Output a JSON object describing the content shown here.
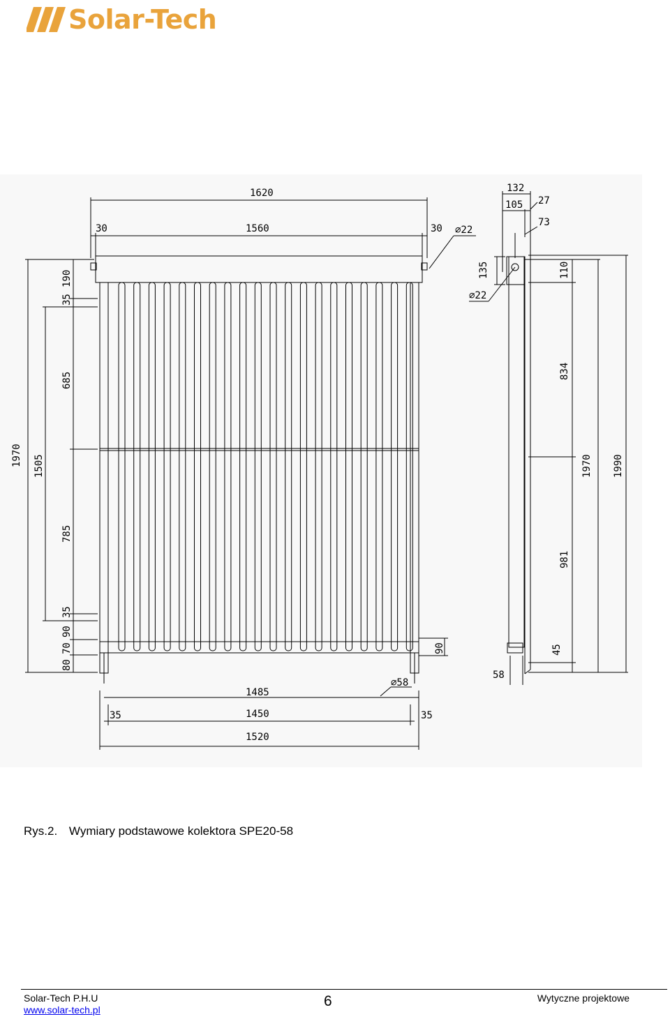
{
  "header": {
    "logo_text": "Solar-Tech",
    "brand_color": "#e9a33b"
  },
  "drawing": {
    "front_dims": {
      "total_width": "1620",
      "inner_width": "1560",
      "side_left": "30",
      "side_right": "30",
      "pipe_dia": "⌀22",
      "height_total": "1970",
      "height_tubes": "1505",
      "v_190": "190",
      "v_35a": "35",
      "v_685": "685",
      "v_785": "785",
      "v_35b": "35",
      "v_90": "90",
      "v_70": "70",
      "v_80": "80",
      "bottom_1485": "1485",
      "bottom_1450": "1450",
      "bottom_1520": "1520",
      "bottom_35l": "35",
      "bottom_35r": "35",
      "tube_dia": "⌀58",
      "foot_90": "90"
    },
    "side_dims": {
      "d_132": "132",
      "d_105": "105",
      "d_27": "27",
      "d_73": "73",
      "d_135": "135",
      "d_110": "110",
      "d_834": "834",
      "d_981": "981",
      "d_1970": "1970",
      "d_1990": "1990",
      "d_45": "45",
      "d_58": "58",
      "pipe_dia": "⌀22"
    }
  },
  "caption": {
    "label": "Rys.2.",
    "text": "Wymiary podstawowe kolektora SPE20-58"
  },
  "footer": {
    "company": "Solar-Tech P.H.U",
    "website": "www.solar-tech.pl",
    "page_number": "6",
    "doc_title": "Wytyczne projektowe"
  }
}
